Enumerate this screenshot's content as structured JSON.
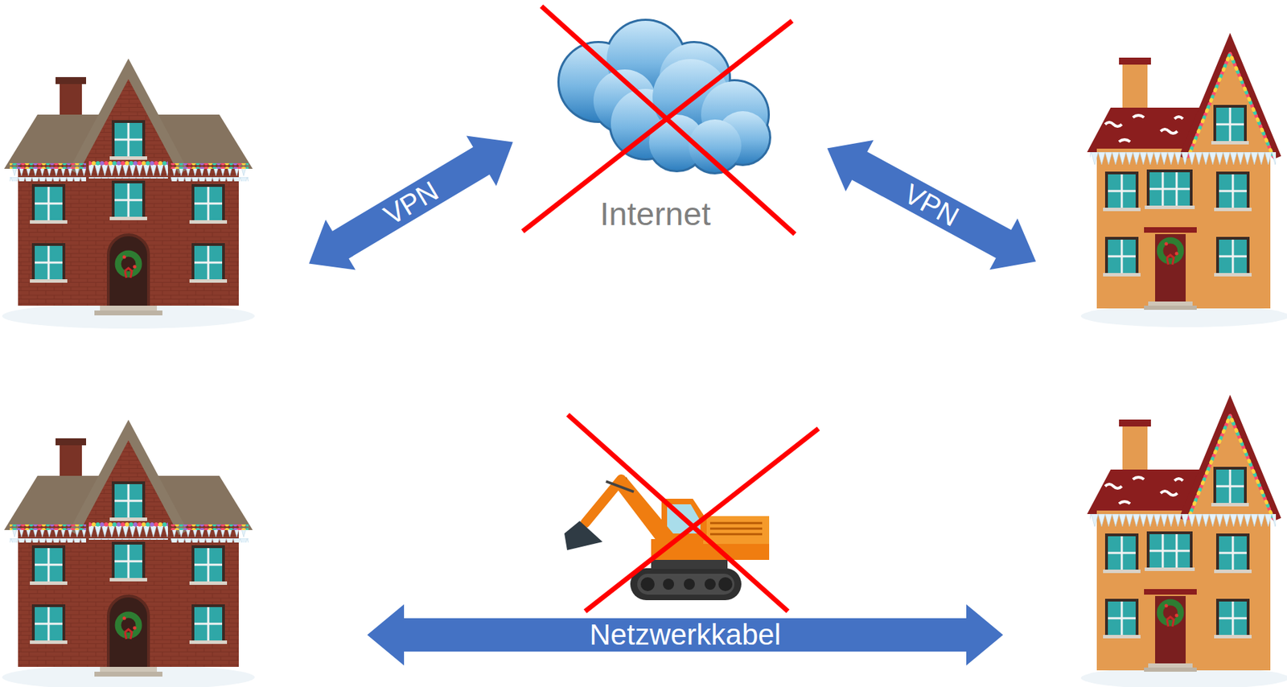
{
  "diagram": {
    "labels": [
      "VPN",
      "Internet",
      "VPN",
      "Netzwerkkabel"
    ]
  }
}
